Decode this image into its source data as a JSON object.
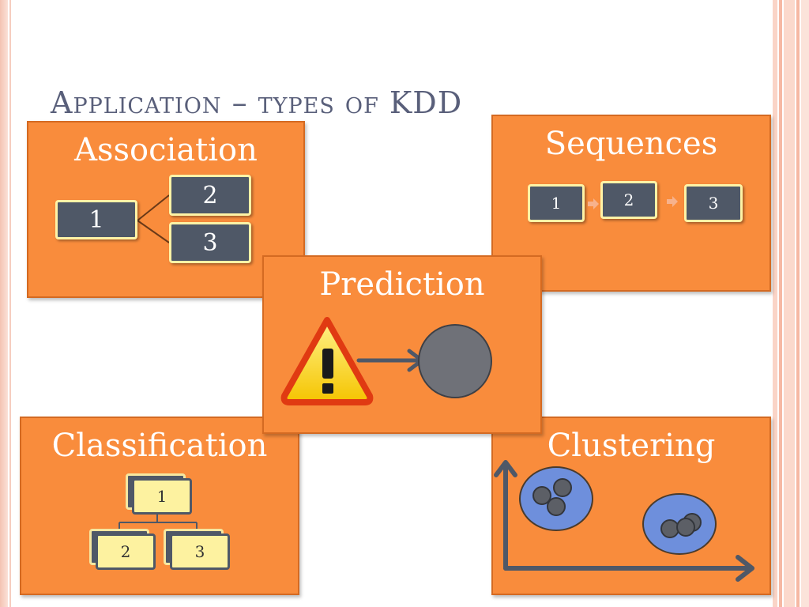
{
  "slide": {
    "title": "Application – types of KDD"
  },
  "panels": {
    "association": {
      "title": "Association",
      "nodes": [
        "1",
        "2",
        "3"
      ]
    },
    "sequences": {
      "title": "Sequences",
      "nodes": [
        "1",
        "2",
        "3"
      ]
    },
    "prediction": {
      "title": "Prediction",
      "icon": "warning-icon"
    },
    "classification": {
      "title": "Classification",
      "nodes": [
        "1",
        "2",
        "3"
      ]
    },
    "clustering": {
      "title": "Clustering"
    }
  },
  "colors": {
    "panel_fill": "#f98c3c",
    "node_fill": "#4f5867",
    "node_border": "#fff3a6",
    "cluster_fill": "#6e8fdc",
    "title_text": "#595f7a"
  }
}
